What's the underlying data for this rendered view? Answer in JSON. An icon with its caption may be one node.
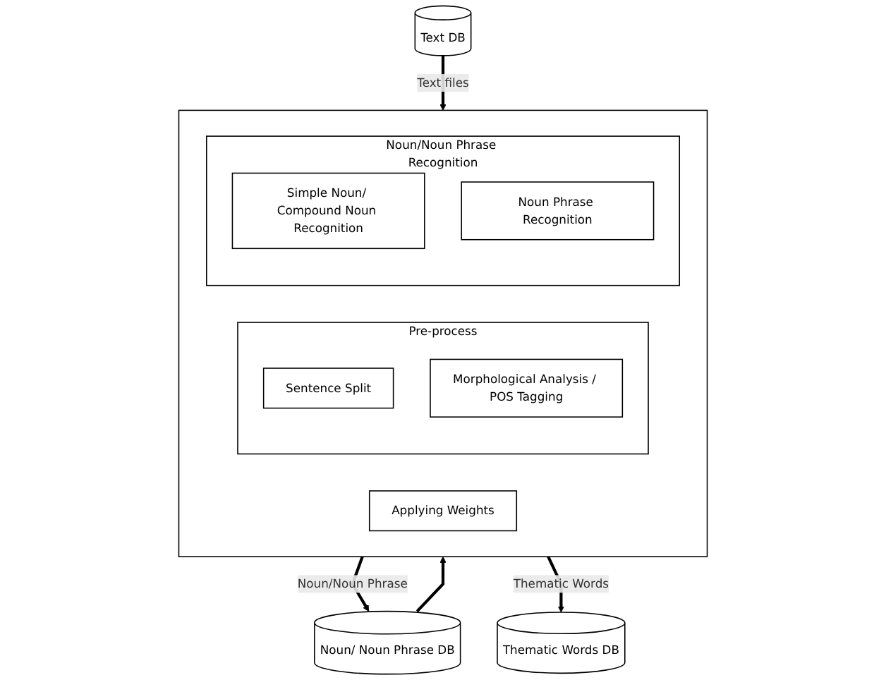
{
  "diagram": {
    "nodes": [
      {
        "text": [
          "Text DB"
        ]
      },
      {
        "text": [],
        "shape": "box"
      },
      {
        "text": [
          "Pre-process"
        ],
        "in": 1
      },
      {
        "text": [
          "Sentence Split"
        ],
        "in": 2
      },
      {
        "text": [
          "Morphological Analysis / POS Tagging"
        ],
        "in": 2
      },
      {
        "text": [
          "Noun/Noun Phrase Recognition"
        ],
        "in": 1
      },
      {
        "text": [
          "Simple Noun/ Compound Noun Recognition"
        ],
        "in": 5
      },
      {
        "text": [
          "Noun Phrase Recognition"
        ],
        "in": 5
      },
      {
        "text": [
          "Applying Weights"
        ],
        "in": 1
      },
      {
        "text": [
          "Noun/ Noun Phrase DB"
        ]
      },
      {
        "text": [
          "Thematic Words DB"
        ]
      }
    ],
    "edges": [
      {
        "from": 0,
        "to": 1,
        "arrow": "to",
        "label": "Text files"
      },
      {
        "from": 1,
        "to": 9,
        "arrow": "to",
        "label": "Noun/Noun Phrase"
      },
      {
        "from": 9,
        "to": 1,
        "arrow": "to"
      },
      {
        "from": 1,
        "to": 10,
        "arrow": "to",
        "label": "Thematic Words"
      }
    ]
  }
}
